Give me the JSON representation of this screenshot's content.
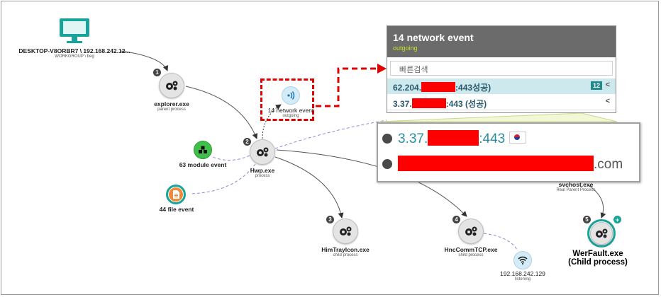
{
  "computer": {
    "name": "DESKTOP-V8ORBR7 \\ 192.168.242.12...",
    "sub": "WORKGROUP \\ beg",
    "icon": "monitor-icon"
  },
  "processes": {
    "explorer": {
      "num": "1",
      "name": "explorer.exe",
      "role": "parent process",
      "icon": "gears-icon"
    },
    "hwp": {
      "num": "2",
      "name": "Hwp.exe",
      "role": "process",
      "icon": "gears-icon"
    },
    "himtray": {
      "num": "3",
      "name": "HimTrayIcon.exe",
      "role": "child process",
      "icon": "gears-icon"
    },
    "hnccomm": {
      "num": "4",
      "name": "HncCommTCP.exe",
      "role": "child process",
      "icon": "gears-icon"
    },
    "werfault": {
      "num": "5",
      "name": "WerFault.exe",
      "role": "(Child process)",
      "icon": "gears-icon"
    },
    "svchost": {
      "name": "svchost.exe",
      "role": "Real Parent Process"
    }
  },
  "events": {
    "network": {
      "label": "14 network event",
      "sub": "outgoing",
      "icon": "signal-icon"
    },
    "module": {
      "label": "63 module event",
      "icon": "modules-icon"
    },
    "file": {
      "label": "44 file event",
      "icon": "file-icon"
    },
    "listen": {
      "label": "192.168.242.129",
      "sub": "listening",
      "icon": "wifi-icon"
    }
  },
  "panel": {
    "title": "14 network event",
    "subtitle": "outgoing",
    "search_placeholder": "빠른검색",
    "rows": [
      {
        "prefix": "62.204.",
        "suffix": ":443성공)",
        "count": "12",
        "chevron": "<"
      },
      {
        "prefix": "3.37.",
        "suffix": ":443 (성공)",
        "chevron": "<"
      }
    ]
  },
  "tooltip": {
    "ip_prefix": "3.37.",
    "ip_suffix": ":443",
    "domain_suffix": ".com",
    "flag": "kr-flag-icon",
    "globe": "globe-icon"
  },
  "colors": {
    "teal": "#1aa39a",
    "panel_header": "#6b6b6b",
    "panel_sub": "#c8e02a",
    "row_highlight": "#cde9ee",
    "redaction": "#ff0000",
    "module_green": "#3ec04b",
    "file_orange": "#ef8a3c",
    "tooltip_bg": "#ffffff"
  }
}
